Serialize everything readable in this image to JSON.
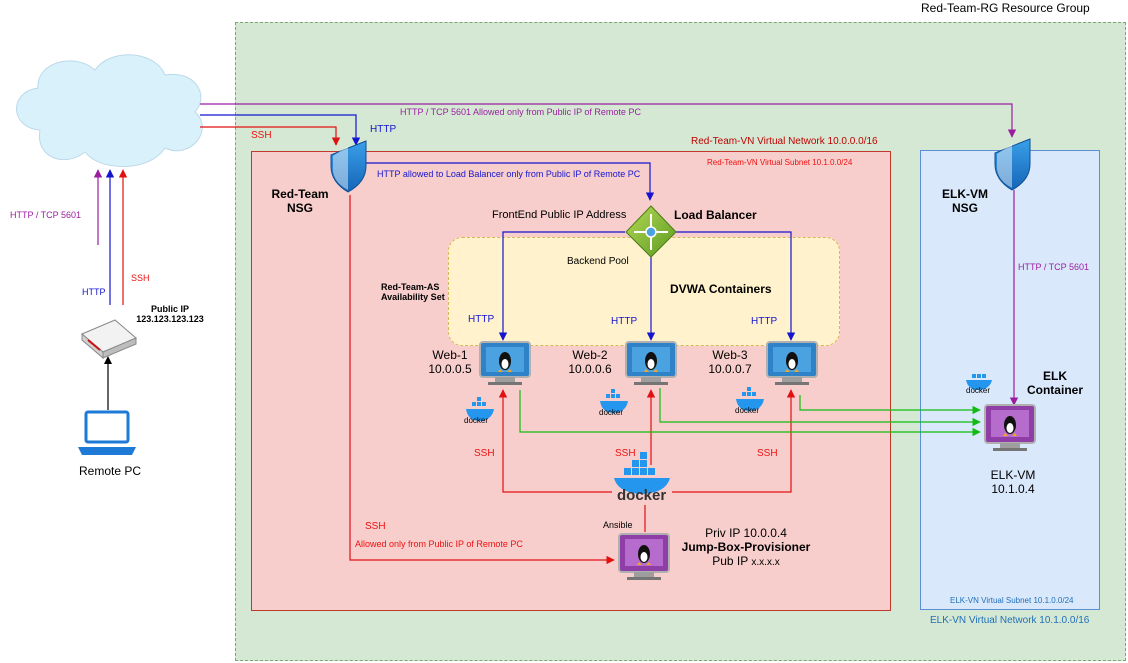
{
  "resource_group": {
    "label": "Red-Team-RG Resource Group"
  },
  "red_vnet": {
    "label": "Red-Team-VN Virtual Network 10.0.0.0/16",
    "subnet": "Red-Team-VN Virtual Subnet 10.1.0.0/24"
  },
  "elk_vnet": {
    "label": "ELK-VN Virtual Network 10.1.0.0/16",
    "subnet": "ELK-VN Virtual Subnet 10.1.0.0/24"
  },
  "red_nsg": {
    "line1": "Red-Team",
    "line2": "NSG"
  },
  "elk_nsg": {
    "line1": "ELK-VM",
    "line2": "NSG"
  },
  "load_balancer": {
    "label": "Load Balancer",
    "frontend": "FrontEnd Public IP Address",
    "backend_pool": "Backend Pool"
  },
  "availability_set": {
    "line1": "Red-Team-AS",
    "line2": "Availability Set"
  },
  "dvwa": "DVWA Containers",
  "web1": {
    "name": "Web-1",
    "ip": "10.0.0.5"
  },
  "web2": {
    "name": "Web-2",
    "ip": "10.0.0.6"
  },
  "web3": {
    "name": "Web-3",
    "ip": "10.0.0.7"
  },
  "elk_container": {
    "line1": "ELK",
    "line2": "Container"
  },
  "elk_vm": {
    "name": "ELK-VM",
    "ip": "10.1.0.4"
  },
  "jumpbox": {
    "priv": "Priv IP 10.0.0.4",
    "name": "Jump-Box-Provisioner",
    "pub_prefix": "Pub IP ",
    "pub_value": "x.x.x.x",
    "ansible": "Ansible"
  },
  "public_ip": {
    "line1": "Public IP",
    "line2": "123.123.123.123"
  },
  "remote_pc": "Remote PC",
  "docker": "docker",
  "edges": {
    "http_tcp_top": "HTTP / TCP 5601   Allowed only from Public IP of Remote PC",
    "http_lb": "HTTP  allowed to Load Balancer only from Public  IP of Remote PC",
    "ssh": "SSH",
    "http": "HTTP",
    "http_tcp_5601": "HTTP / TCP 5601",
    "ssh_allowed": "Allowed only from Public IP of Remote PC"
  },
  "colors": {
    "ssh": "#e11111",
    "http": "#1515d0",
    "kibana": "#9b1ea0",
    "logs": "#11bb11"
  }
}
